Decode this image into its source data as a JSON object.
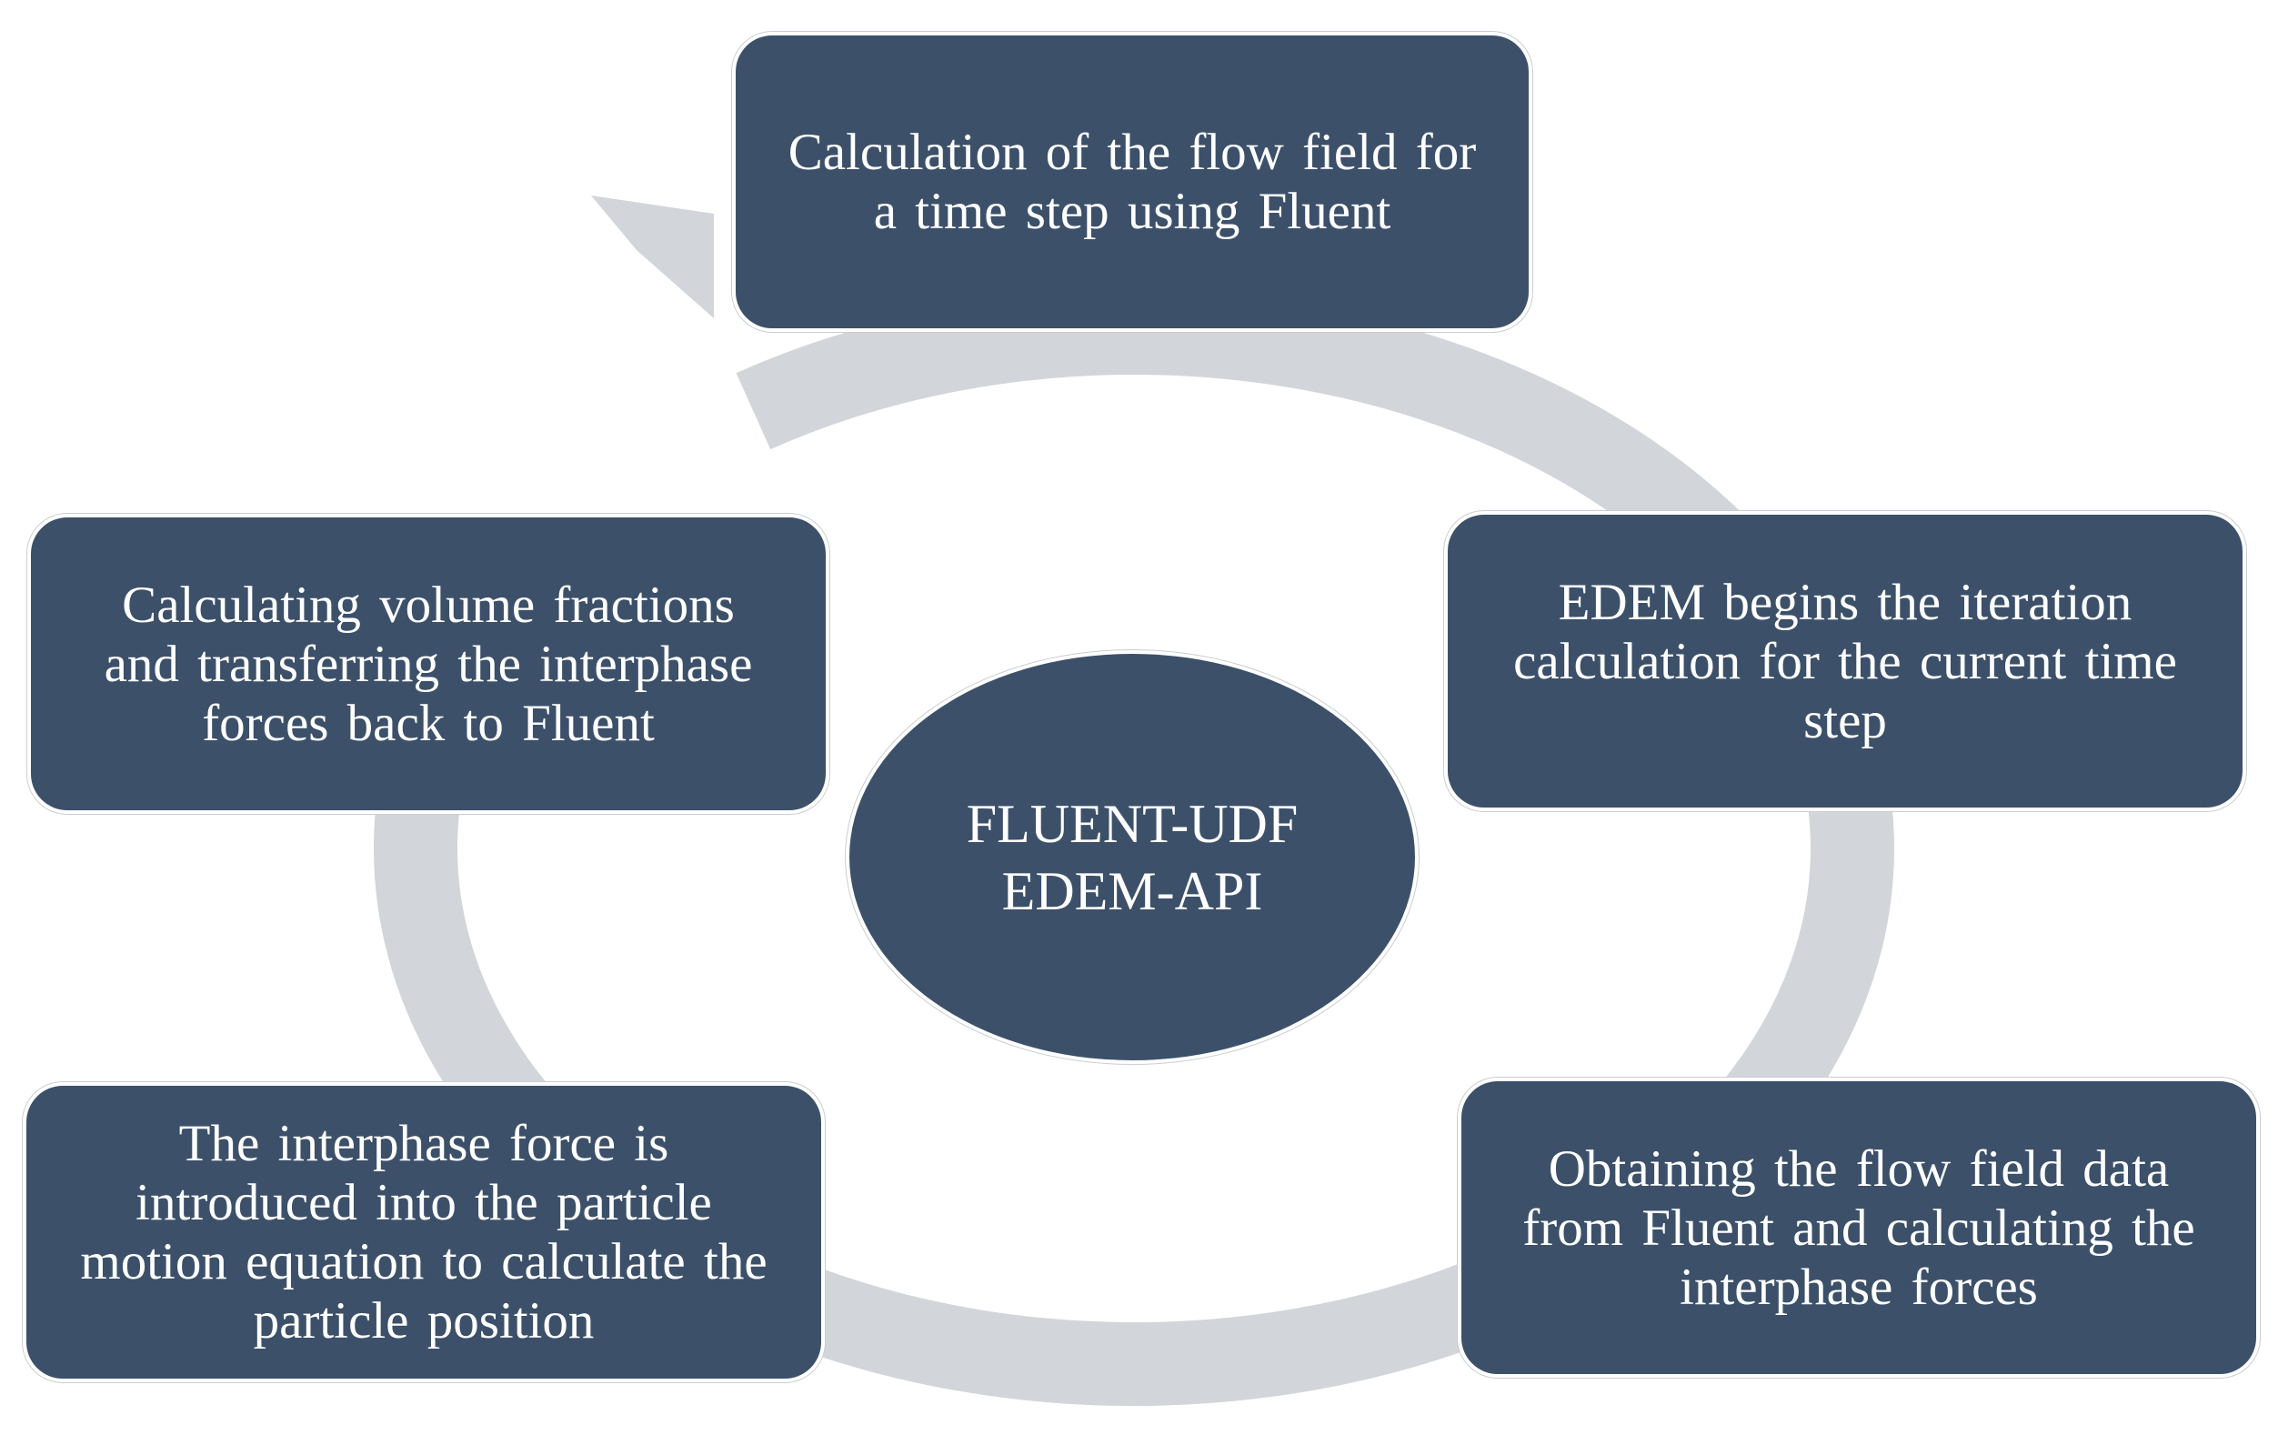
{
  "colors": {
    "box_fill": "#3c5169",
    "ring": "#d2d5d9",
    "text": "#ffffff"
  },
  "center": {
    "text": "FLUENT-UDF\nEDEM-API"
  },
  "steps": [
    {
      "text": "Calculation of the flow field for\na time step using Fluent"
    },
    {
      "text": "EDEM begins the iteration\ncalculation for the current time\nstep"
    },
    {
      "text": "Obtaining the flow field data\nfrom Fluent and calculating the\ninterphase forces"
    },
    {
      "text": "The interphase force is\nintroduced into the particle\nmotion equation to calculate the\nparticle position"
    },
    {
      "text": "Calculating volume fractions\nand transferring the interphase\nforces back to Fluent"
    }
  ],
  "ring_icon": "circular-arrow-icon"
}
